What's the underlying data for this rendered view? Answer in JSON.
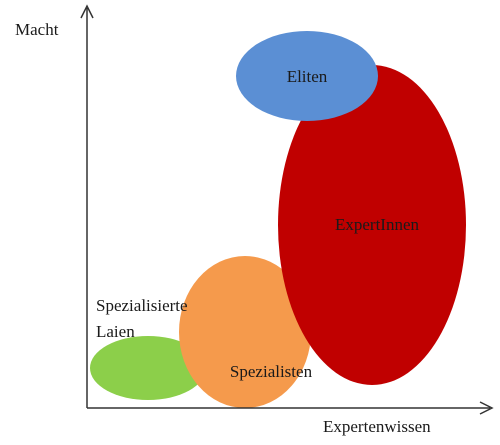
{
  "axes": {
    "y_label": "Macht",
    "x_label": "Expertenwissen"
  },
  "groups": [
    {
      "id": "eliten",
      "label": "Eliten",
      "color": "#5b8fd4"
    },
    {
      "id": "expertinnen",
      "label": "ExpertInnen",
      "color": "#c00000"
    },
    {
      "id": "spezialisten",
      "label": "Spezialisten",
      "color": "#f59a4c"
    },
    {
      "id": "spezialisierte-laien",
      "label_line1": "Spezialisierte",
      "label_line2": "Laien",
      "color": "#8ccf4a"
    }
  ],
  "colors": {
    "axis": "#333333"
  }
}
